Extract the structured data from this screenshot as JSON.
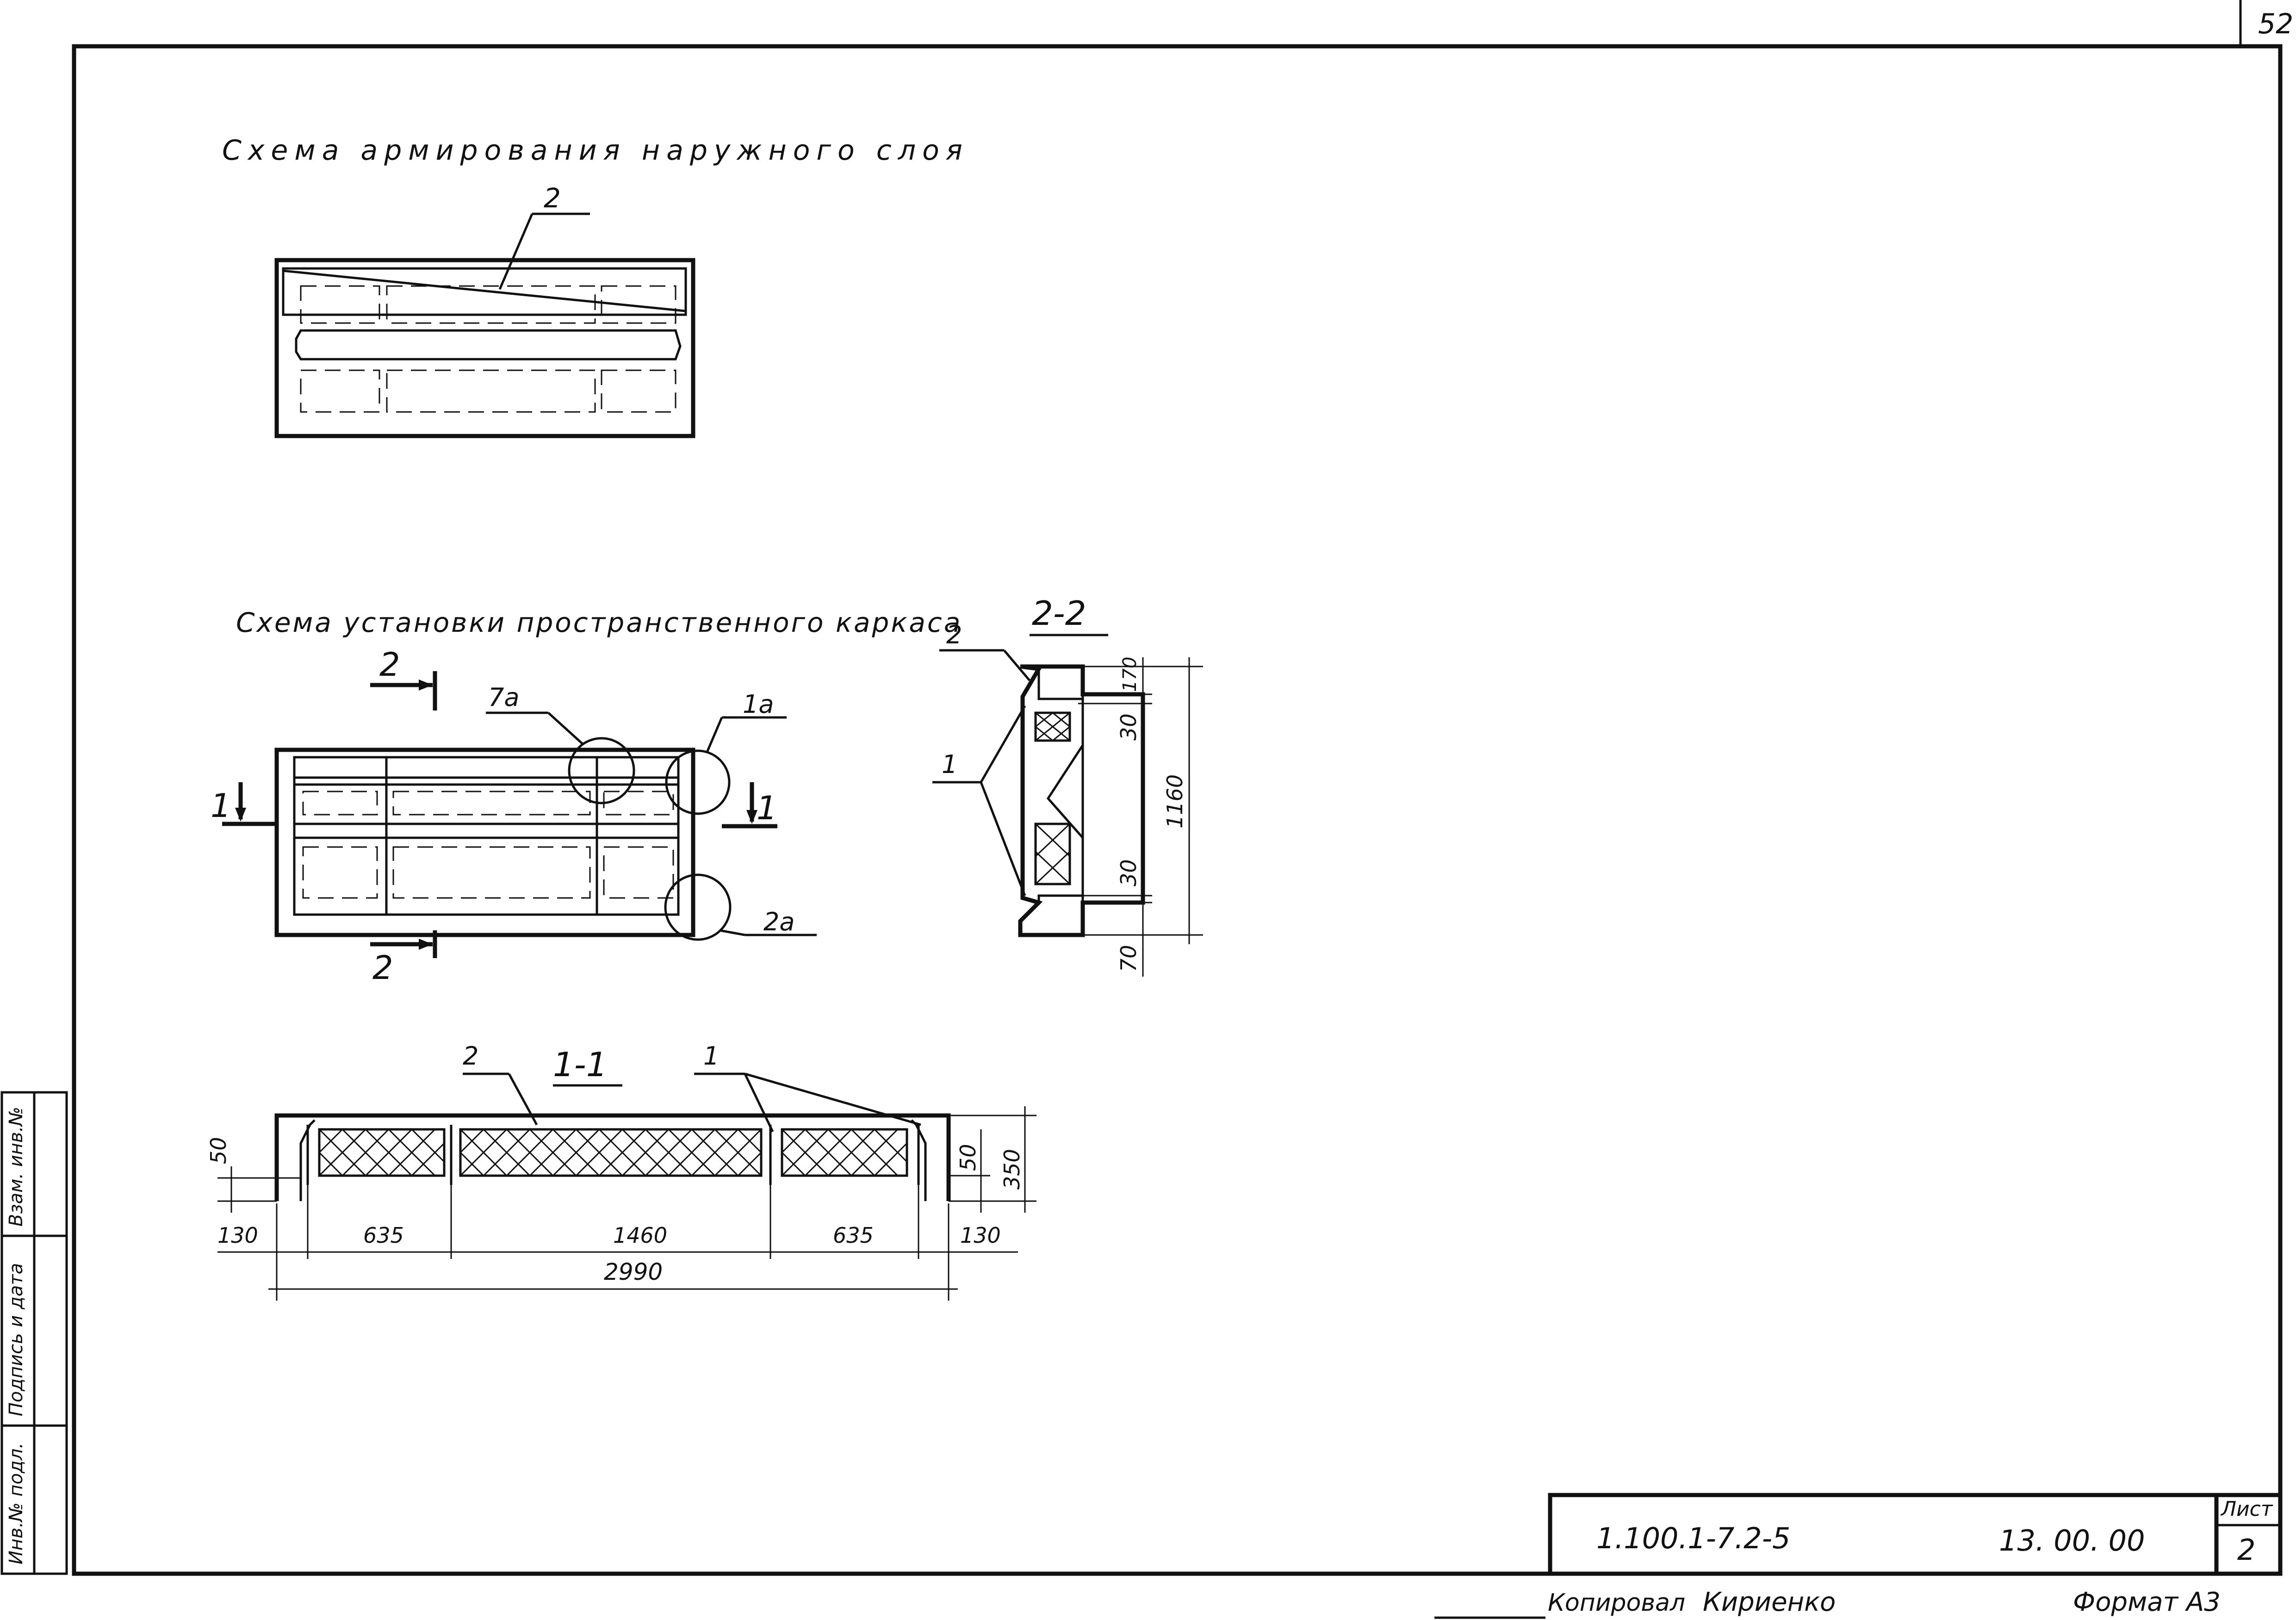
{
  "sheet_number_corner": "52",
  "titles": {
    "outer_layer": "Схема армирования наружного слоя",
    "frame_install": "Схема установки пространственного каркаса"
  },
  "outer_layer_scheme": {
    "leader": "2"
  },
  "frame_scheme": {
    "cut_2_top": "2",
    "cut_2_bottom": "2",
    "cut_1_left": "1",
    "cut_1_right": "1",
    "node_7a": "7а",
    "node_1a": "1а",
    "node_2a": "2а"
  },
  "section_2_2": {
    "title": "2-2",
    "leader_2": "2",
    "leader_1": "1",
    "dims": [
      "170",
      "30",
      "1160",
      "30",
      "70"
    ]
  },
  "section_1_1": {
    "title": "1-1",
    "leader_2": "2",
    "leader_1": "1",
    "dim_50_left": "50",
    "dim_50_right": "50",
    "dim_350": "350",
    "bottom_dims": [
      "130",
      "635",
      "1460",
      "635",
      "130"
    ],
    "total": "2990"
  },
  "side_stamp": [
    "Инв.№ подл.",
    "Подпись и дата",
    "Взам. инв.№"
  ],
  "title_block": {
    "code": "1.100.1-7.2-5",
    "number": "13. 00. 00",
    "sheet_label": "Лист",
    "sheet_value": "2"
  },
  "footer": {
    "copied": "Копировал",
    "name": "Кириенко",
    "format": "Формат А3"
  }
}
